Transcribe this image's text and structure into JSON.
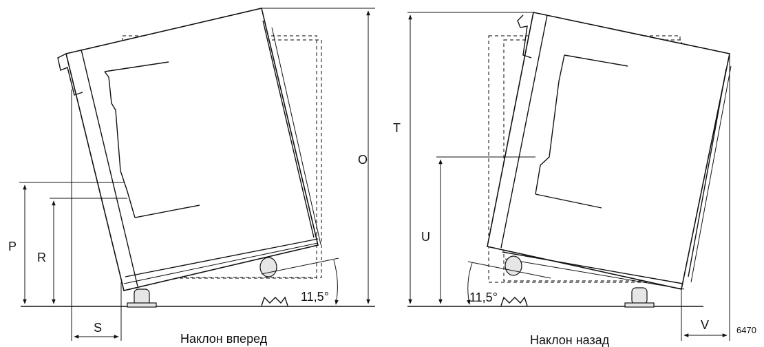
{
  "labels": {
    "O": "O",
    "P": "P",
    "R": "R",
    "S": "S",
    "T": "T",
    "U": "U",
    "V": "V",
    "angle_left": "11,5°",
    "angle_right": "11,5°"
  },
  "captions": {
    "left": "Наклон вперед",
    "right": "Наклон назад"
  },
  "figure_number": "6470"
}
